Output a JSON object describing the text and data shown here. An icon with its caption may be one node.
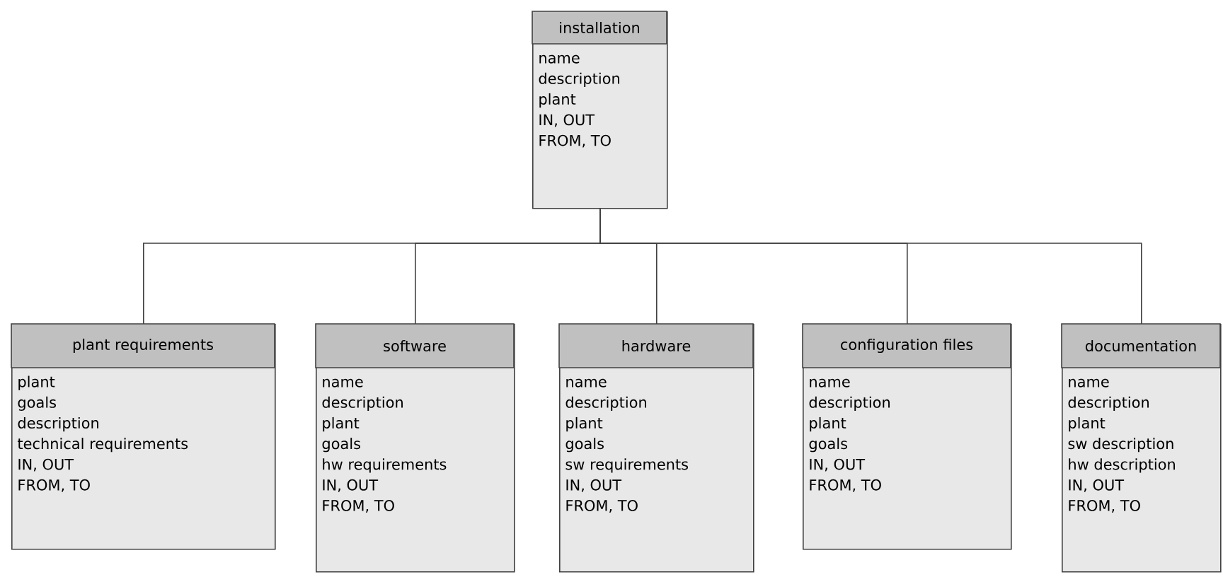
{
  "diagram": {
    "nodes": [
      {
        "text": [
          "installation",
          "name",
          "description",
          "plant",
          "IN, OUT",
          "FROM, TO"
        ]
      },
      {
        "text": [
          "plant requirements",
          "plant",
          "goals",
          "description",
          "technical requirements",
          "IN, OUT",
          "FROM, TO"
        ]
      },
      {
        "text": [
          "software",
          "name",
          "description",
          "plant",
          "goals",
          "hw requirements",
          "IN, OUT",
          "FROM, TO"
        ]
      },
      {
        "text": [
          "hardware",
          "name",
          "description",
          "plant",
          "goals",
          "sw requirements",
          "IN, OUT",
          "FROM, TO"
        ]
      },
      {
        "text": [
          "configuration files",
          "name",
          "description",
          "plant",
          "goals",
          "IN, OUT",
          "FROM, TO"
        ]
      },
      {
        "text": [
          "documentation",
          "name",
          "description",
          "plant",
          "sw description",
          "hw description",
          "IN, OUT",
          "FROM, TO"
        ]
      }
    ],
    "edges": [
      {
        "from": 0,
        "to": 1,
        "arrow": "none"
      },
      {
        "from": 0,
        "to": 2,
        "arrow": "none"
      },
      {
        "from": 0,
        "to": 3,
        "arrow": "none"
      },
      {
        "from": 0,
        "to": 4,
        "arrow": "none"
      },
      {
        "from": 0,
        "to": 5,
        "arrow": "none"
      }
    ]
  }
}
